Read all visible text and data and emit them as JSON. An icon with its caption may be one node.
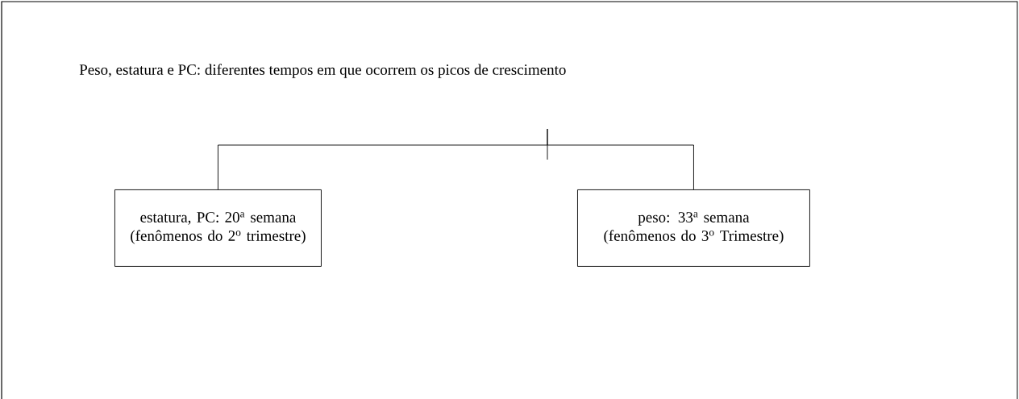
{
  "diagram": {
    "nodes": [
      {
        "text": [
          "Peso, estatura e PC: diferentes tempos em que ocorrem os picos de crescimento"
        ]
      },
      {
        "text": [
          "estatura, PC: 20$^{a}$ semana (fenômenos do 2$^{o}$ trimestre)"
        ]
      },
      {
        "text": [
          "peso: 33$^{a}$ semana (fenômenos do 3$^{o}$ Trimestre)"
        ]
      }
    ],
    "edges": [
      {
        "from": 0,
        "to": 1,
        "arrow": "none"
      },
      {
        "from": 0,
        "to": 2,
        "arrow": "none"
      }
    ]
  }
}
